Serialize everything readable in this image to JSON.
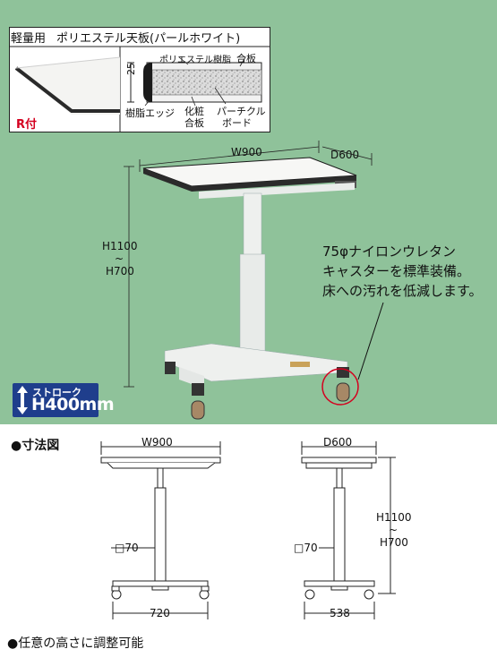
{
  "spec": {
    "title_a": "軽量用",
    "title_b": "ポリエステル天板(パールホワイト)",
    "corner_label": "R付",
    "thickness": "25",
    "label_polyester": "ポリエステル樹脂",
    "label_plywood": "合板",
    "label_edge": "樹脂エッジ",
    "label_decor_1": "化粧",
    "label_decor_2": "合板",
    "label_particle_1": "パーチクル",
    "label_particle_2": "ボード"
  },
  "photo": {
    "width_label": "W900",
    "depth_label": "D600",
    "height_max": "H1100",
    "height_tilde": "~",
    "height_min": "H700",
    "caster_note": [
      "75φナイロンウレタン",
      "キャスターを標準装備。",
      "床への汚れを低減します。"
    ],
    "stroke_small": "ストローク",
    "stroke_big": "H400mm"
  },
  "dimensions": {
    "title": "●寸法図",
    "front_width": "W900",
    "side_depth": "D600",
    "column_front": "□70",
    "column_side": "□70",
    "base_front": "720",
    "base_side": "538",
    "height_max": "H1100",
    "height_tilde": "~",
    "height_min": "H700"
  },
  "footer": "●任意の高さに調整可能"
}
